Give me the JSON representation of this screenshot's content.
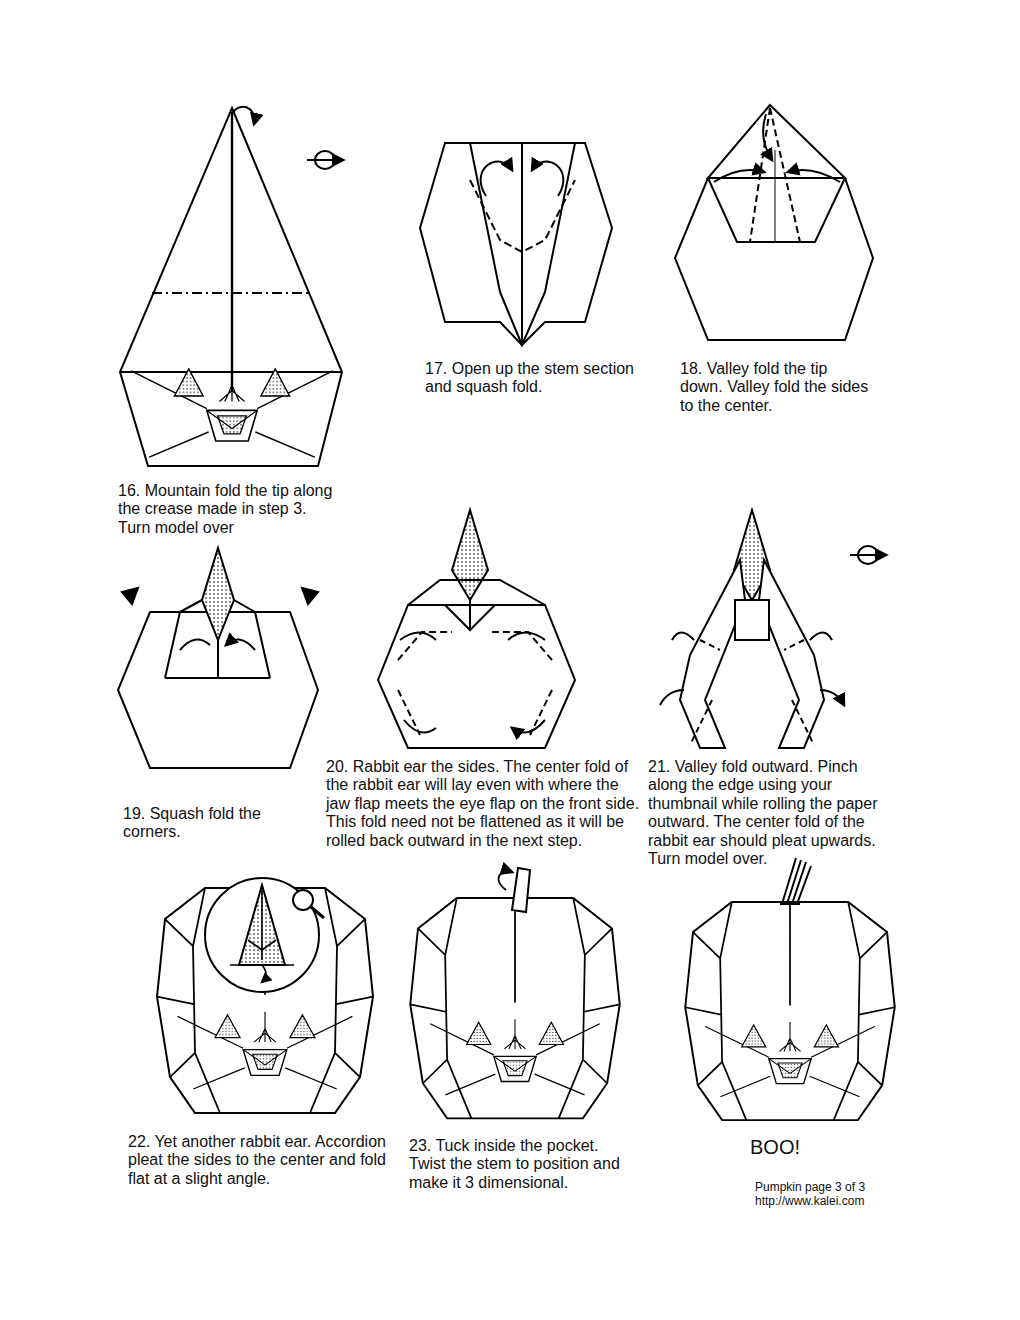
{
  "diagram": {
    "labels": [
      "16. Mountain fold the tip along the crease made in step 3. Turn model over",
      "17. Open up the stem section and squash fold.",
      "18. Valley fold the tip down. Valley fold the sides to the center.",
      "19. Squash fold the corners.",
      "20. Rabbit ear the sides. The center fold of the rabbit ear will lay even with where the jaw flap meets the eye flap on the front side. This fold need not be flattened as it will be rolled back outward in the next step.",
      "21. Valley fold outward. Pinch along the edge using your thumbnail while rolling the paper outward. The center fold of the rabbit ear should pleat upwards. Turn model over.",
      "22. Yet another rabbit ear. Accordion pleat the sides to the center and fold flat at a slight angle.",
      "23. Tuck inside the pocket. Twist the stem to position and make it 3 dimensional.",
      "BOO!",
      "Pumpkin page 3 of 3",
      "http://www.kalei.com"
    ]
  }
}
